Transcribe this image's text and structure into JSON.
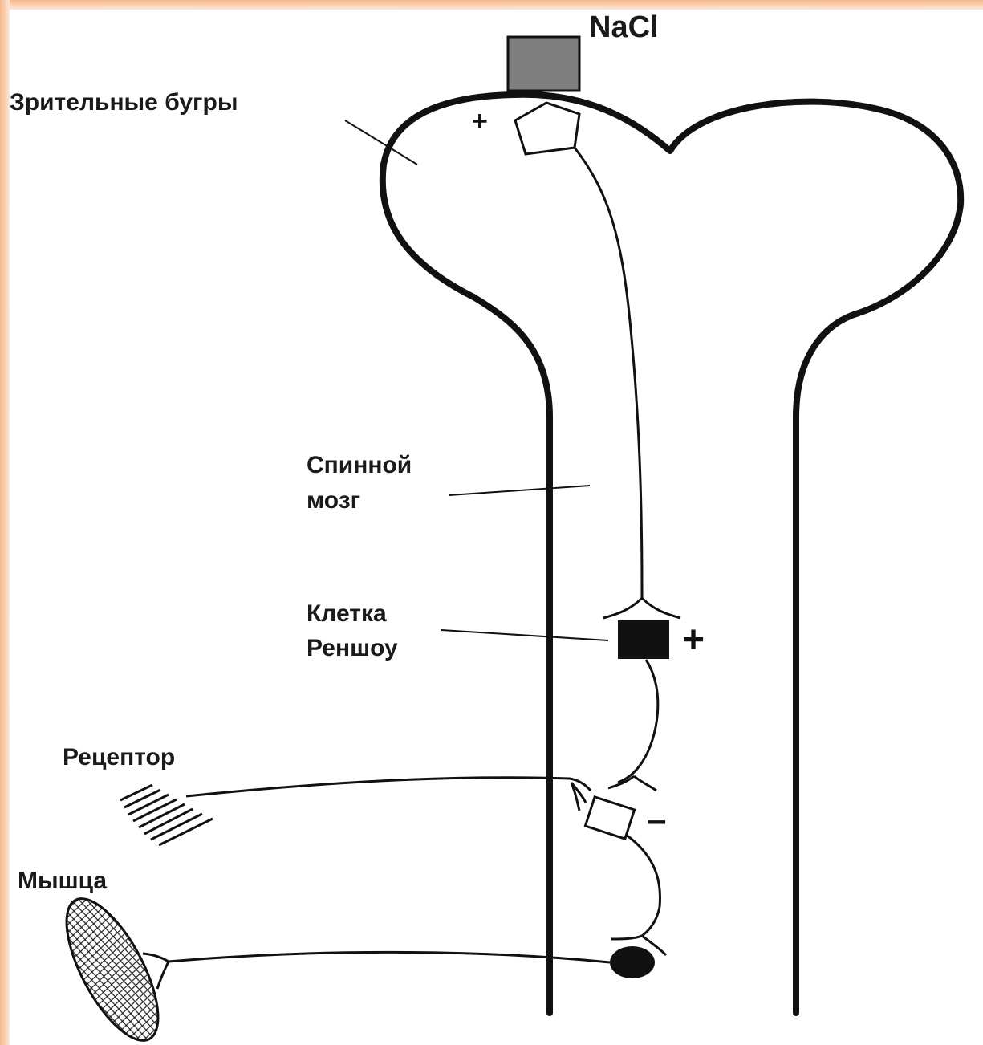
{
  "labels": {
    "nacl": "NaCl",
    "optic_tubercles": "Зрительные бугры",
    "spinal_cord_line1": "Спинной",
    "spinal_cord_line2": "мозг",
    "renshaw_line1": "Клетка",
    "renshaw_line2": "Реншоу",
    "receptor": "Рецептор",
    "muscle": "Мышца"
  },
  "signs": {
    "thalamus_plus": "+",
    "renshaw_plus": "+",
    "inhibitory_minus": "–"
  },
  "colors": {
    "frame": "#f5b98c",
    "stimulus_box": "#7f7f7f",
    "outline": "#111111"
  }
}
